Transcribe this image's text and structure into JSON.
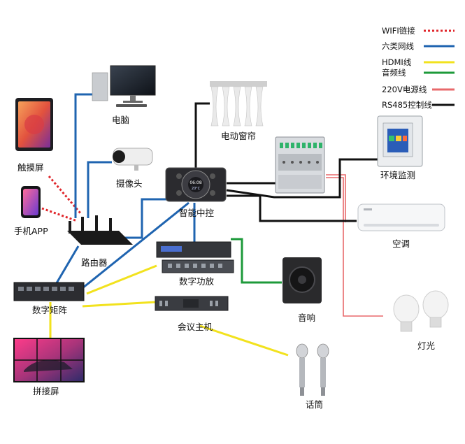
{
  "legend": {
    "wifi": "WIFI链接",
    "cat6": "六类网线",
    "hdmi": "HDMI线",
    "audio": "音频线",
    "power": "220V电源线",
    "rs485": "RS485控制线"
  },
  "colors": {
    "wifi": "#e0262b",
    "cat6": "#1f64b0",
    "hdmi": "#f2e21e",
    "audio": "#1d9a3a",
    "power": "#e8696b",
    "rs485": "#111111"
  },
  "devices": {
    "computer": "电脑",
    "curtain": "电动窗帘",
    "tablet": "触摸屏",
    "camera": "摄像头",
    "env_monitor": "环境监测",
    "phone": "手机APP",
    "controller": "智能中控",
    "router": "路由器",
    "ac": "空调",
    "amplifier": "数字功放",
    "matrix": "数字矩阵",
    "speaker": "音响",
    "conf_host": "会议主机",
    "light": "灯光",
    "video_wall": "拼接屏",
    "microphone": "话筒"
  },
  "controller_screen": {
    "time": "06:08",
    "temp": "20°C"
  }
}
